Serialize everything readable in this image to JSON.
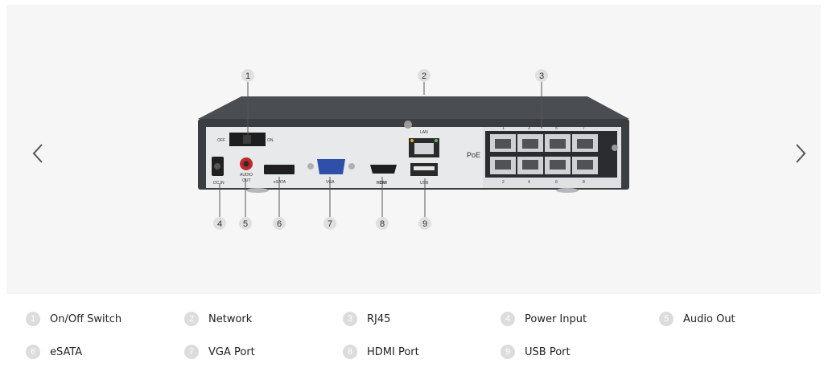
{
  "callouts": [
    "1",
    "2",
    "3",
    "4",
    "5",
    "6",
    "7",
    "8",
    "9"
  ],
  "device": {
    "switch_off": "OFF",
    "switch_on": "ON",
    "lan": "LAN",
    "poe": "PoE",
    "dc_in": "DC IN",
    "audio_out_1": "AUDIO",
    "audio_out_2": "OUT",
    "esata": "eSATA",
    "vga": "VGA",
    "hdmi": "HDMI",
    "usb": "USB",
    "poe_top": [
      "1",
      "3",
      "5",
      "7"
    ],
    "poe_bottom": [
      "2",
      "4",
      "6",
      "8"
    ]
  },
  "legend": [
    {
      "num": "1",
      "label": "On/Off Switch"
    },
    {
      "num": "2",
      "label": "Network"
    },
    {
      "num": "3",
      "label": "RJ45"
    },
    {
      "num": "4",
      "label": "Power Input"
    },
    {
      "num": "5",
      "label": "Audio Out"
    },
    {
      "num": "6",
      "label": "eSATA"
    },
    {
      "num": "7",
      "label": "VGA Port"
    },
    {
      "num": "8",
      "label": "HDMI Port"
    },
    {
      "num": "9",
      "label": "USB Port"
    }
  ],
  "colors": {
    "stage_bg": "#f6f6f7",
    "chassis": "#3a3d42",
    "panel": "#e8e9eb",
    "badge": "#dcdcdc",
    "vga_blue": "#2f4fa8",
    "audio_red": "#c0282d"
  }
}
